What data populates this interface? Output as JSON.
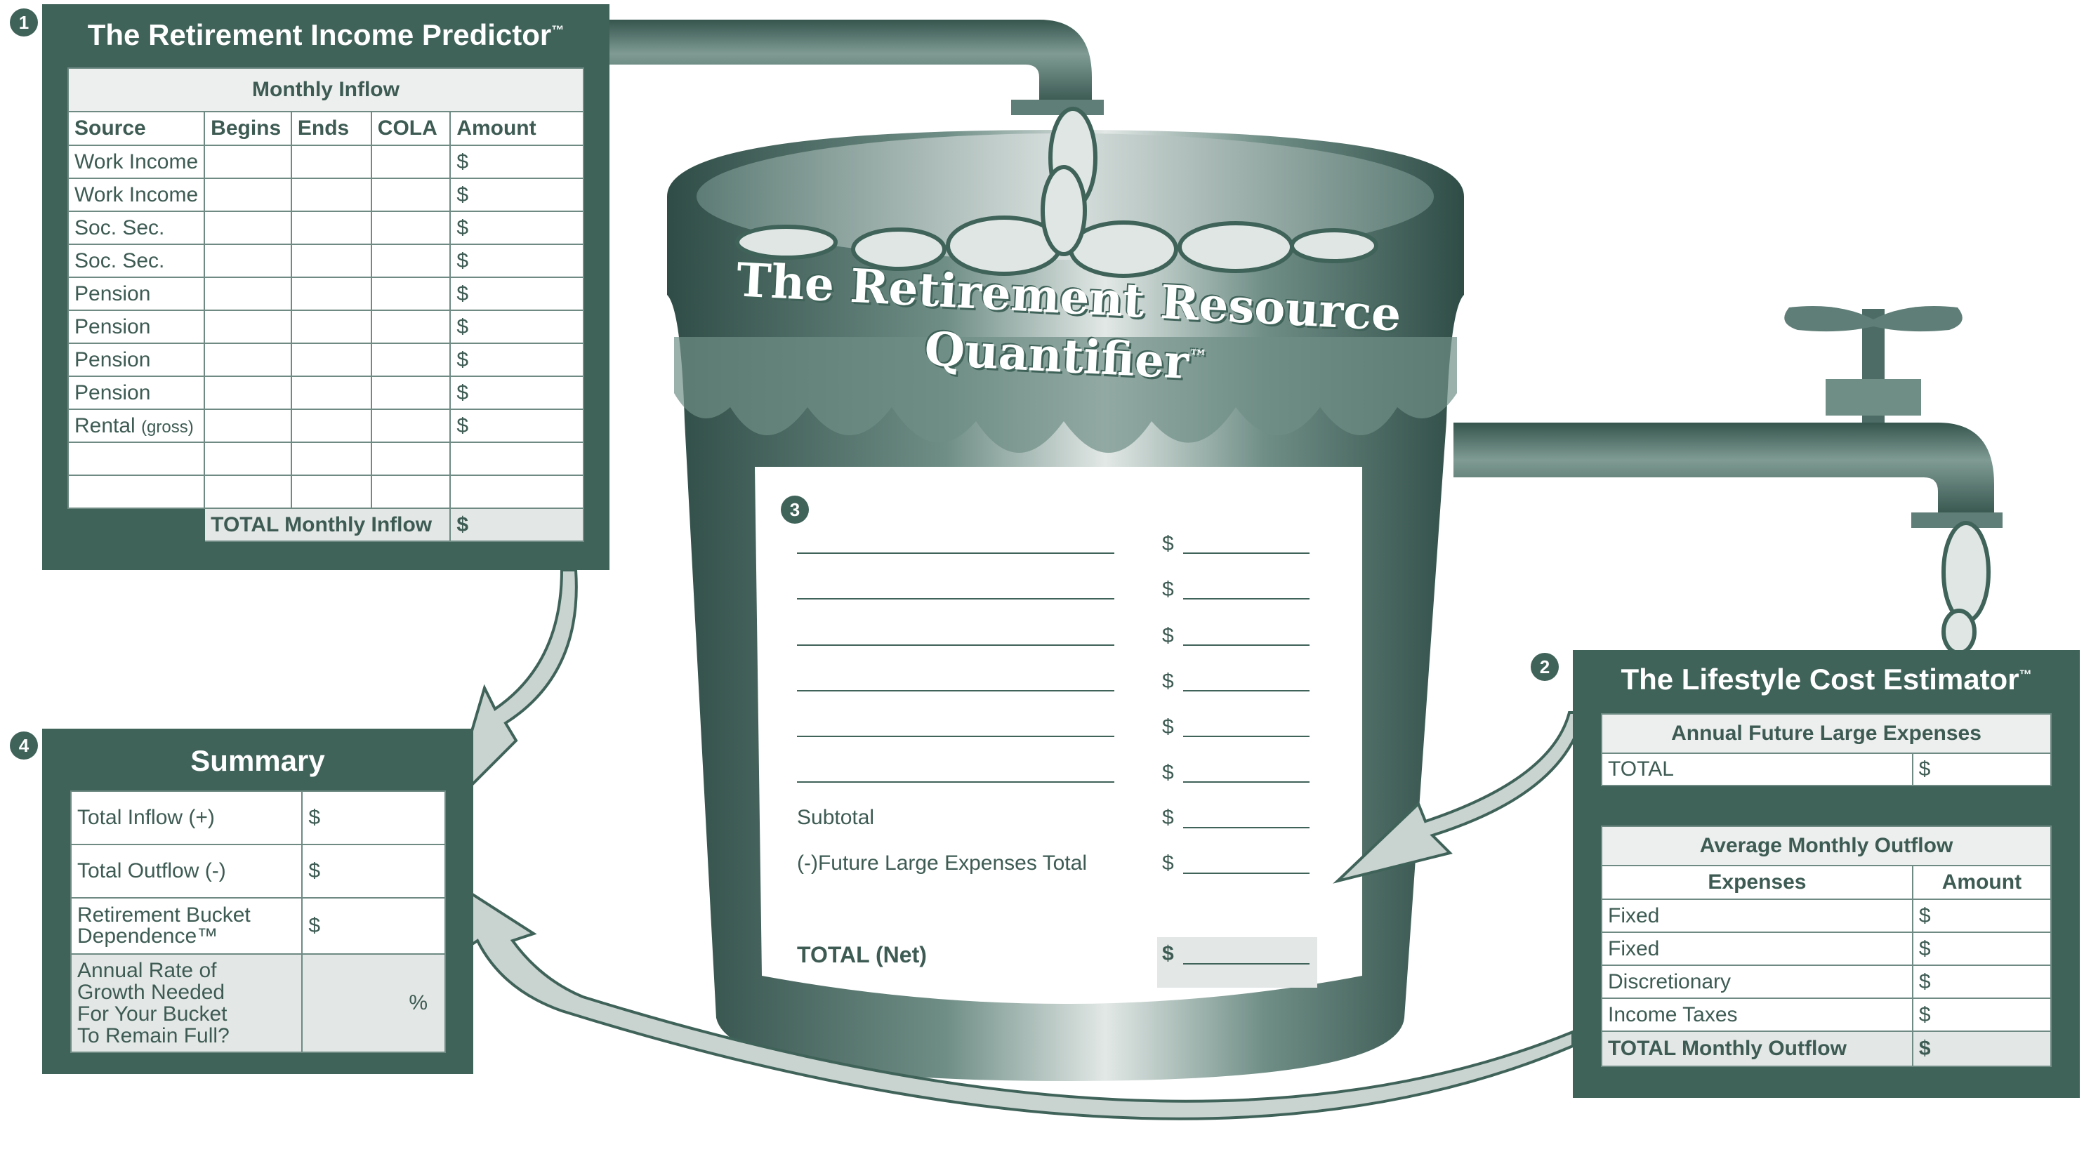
{
  "badges": {
    "one": "1",
    "two": "2",
    "three": "3",
    "four": "4"
  },
  "income": {
    "title": "The Retirement Income Predictor",
    "tm": "™",
    "section": "Monthly Inflow",
    "columns": [
      "Source",
      "Begins",
      "Ends",
      "COLA",
      "Amount"
    ],
    "rows": [
      "Work Income",
      "Work Income",
      "Soc. Sec.",
      "Soc. Sec.",
      "Pension",
      "Pension",
      "Pension",
      "Pension",
      "Rental"
    ],
    "rental_note": "(gross)",
    "currency": "$",
    "total_label": "TOTAL Monthly Inflow"
  },
  "bucket": {
    "title_line1": "The Retirement Resource",
    "title_line2": "Quantifier",
    "tm": "™",
    "currency": "$",
    "subtotal_label": "Subtotal",
    "future_label": "(-)Future Large Expenses Total",
    "total_label": "TOTAL (Net)"
  },
  "lifestyle": {
    "title": "The Lifestyle Cost Estimator",
    "tm": "™",
    "annual_header": "Annual Future Large Expenses",
    "annual_total": "TOTAL",
    "monthly_header": "Average Monthly Outflow",
    "col_expenses": "Expenses",
    "col_amount": "Amount",
    "rows": [
      "Fixed",
      "Fixed",
      "Discretionary",
      "Income Taxes"
    ],
    "total_label": "TOTAL Monthly Outflow",
    "currency": "$"
  },
  "summary": {
    "title": "Summary",
    "inflow": "Total Inflow (+)",
    "outflow": "Total Outflow (-)",
    "dependence_1": "Retirement Bucket",
    "dependence_2": "Dependence™",
    "growth_1": "Annual Rate of",
    "growth_2": "Growth Needed",
    "growth_3": "For Your Bucket",
    "growth_4": "To Remain Full?",
    "currency": "$",
    "percent": "%"
  },
  "colors": {
    "teal": "#3f6259",
    "light": "#ecefee",
    "arrow": "#c9d3d0"
  }
}
